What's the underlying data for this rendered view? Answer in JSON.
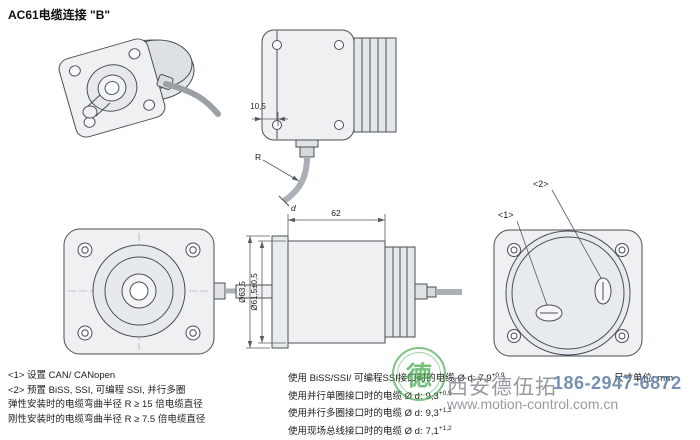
{
  "page": {
    "title": "AC61电缆连接 \"B\"",
    "units_label": "尺寸单位: mm"
  },
  "dims": {
    "gland_offset": "10,5",
    "bend_radius": "R",
    "cable_dia": "d",
    "body_length": "62",
    "flange_dia": "Ø63,5",
    "body_dia": "Ø61,5±0,5",
    "callout_1": "<1>",
    "callout_2": "<2>"
  },
  "notes_left": {
    "line1": "<1> 设置 CAN/ CANopen",
    "line2": "<2> 预置 BiSS, SSI, 可编程 SSI, 并行多圈",
    "line3": "弹性安装时的电缆弯曲半径 R ≥ 15 倍电缆直径",
    "line4": "刚性安装时的电缆弯曲半径 R ≥ 7.5 倍电缆直径"
  },
  "notes_right": {
    "line1": {
      "text": "使用 BiSS/SSI/ 可编程SSI接口时的电缆 Ø d:",
      "value": "7,9",
      "tol": "+0,9"
    },
    "line2": {
      "text": "使用并行单圈接口时的电缆 Ø d:",
      "value": "9,3",
      "tol": "+0,9"
    },
    "line3": {
      "text": "使用并行多圈接口时的电缆 Ø d:",
      "value": "9,3",
      "tol": "+1,2"
    },
    "line4": {
      "text": "使用现场总线接口时的电缆 Ø d:",
      "value": "7,1",
      "tol": "+1,2"
    }
  },
  "watermark": {
    "seal_text": "德",
    "company": "西安德伍拓",
    "phone": "186-2947-6872",
    "website": "www.motion-control.com.cn",
    "seal_color": "#3aa545",
    "phone_color": "#5f7da5",
    "text_color": "#8a9096"
  },
  "colors": {
    "line": "#4a4f54",
    "fill_light": "#eef0f2",
    "fill_mid": "#e4e7ea"
  }
}
